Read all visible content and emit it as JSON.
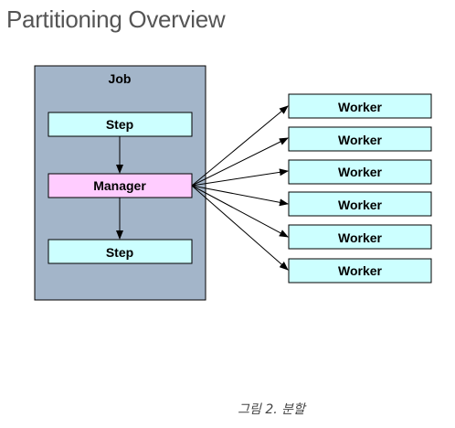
{
  "title": "Partitioning Overview",
  "job": {
    "label": "Job",
    "fill": "#a3b5c9"
  },
  "step_top": {
    "label": "Step"
  },
  "manager": {
    "label": "Manager",
    "fill": "#ffccff"
  },
  "step_bottom": {
    "label": "Step"
  },
  "workers": [
    {
      "label": "Worker"
    },
    {
      "label": "Worker"
    },
    {
      "label": "Worker"
    },
    {
      "label": "Worker"
    },
    {
      "label": "Worker"
    },
    {
      "label": "Worker"
    }
  ],
  "colors": {
    "step_fill": "#ccffff",
    "worker_fill": "#ccffff",
    "stroke": "#000000"
  },
  "caption": "그림 2. 분할"
}
